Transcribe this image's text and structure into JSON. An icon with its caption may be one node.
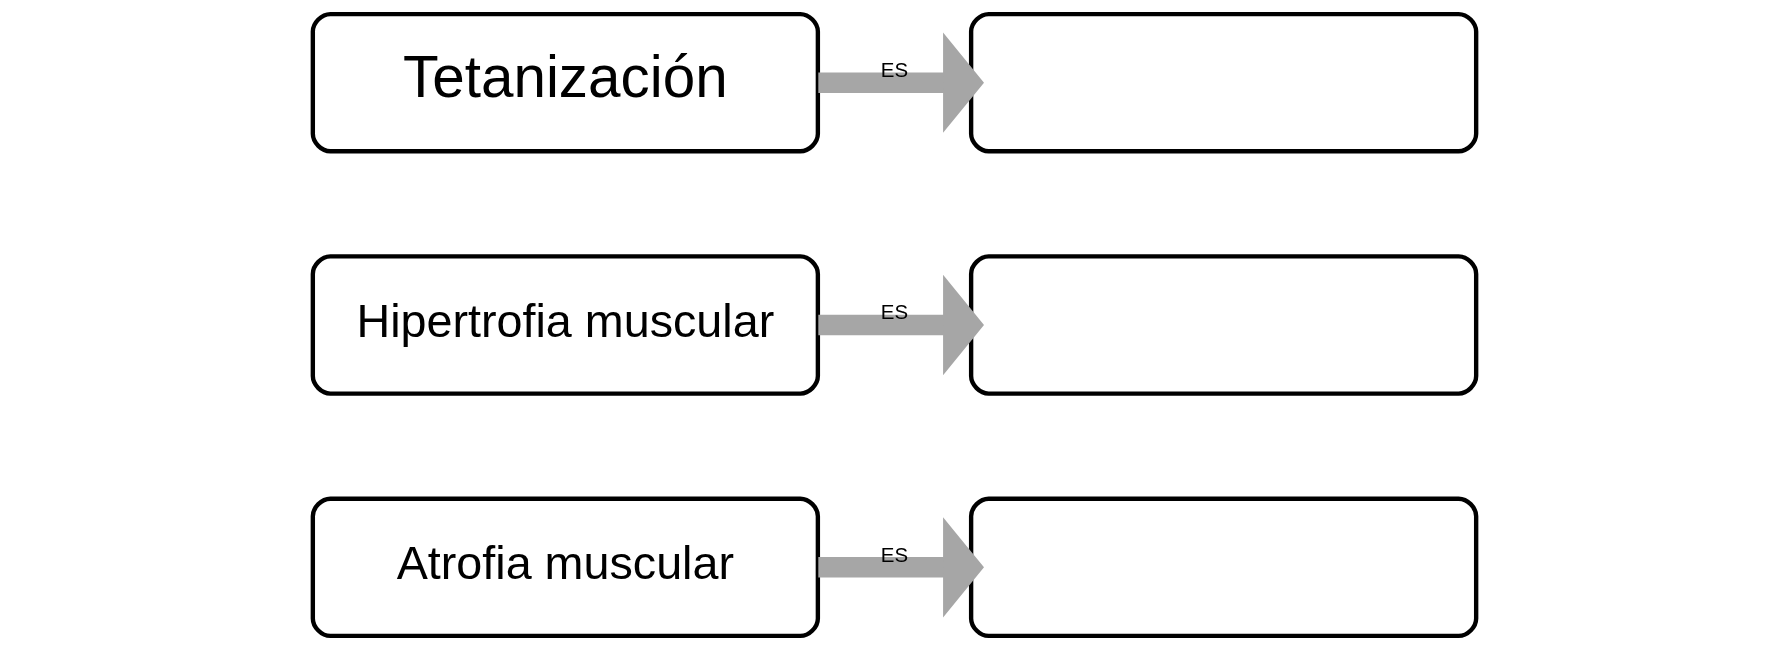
{
  "diagram": {
    "nodes": [
      {
        "text": [
          "Tetanización"
        ]
      },
      {
        "text": [],
        "shape": "box"
      },
      {
        "text": [
          "Hipertrofia muscular"
        ]
      },
      {
        "text": [],
        "shape": "box"
      },
      {
        "text": [
          "Atrofia muscular"
        ]
      },
      {
        "text": [],
        "shape": "box"
      }
    ],
    "edges": [
      {
        "from": 0,
        "to": 1,
        "arrow": "to",
        "label": "ES"
      },
      {
        "from": 2,
        "to": 3,
        "arrow": "to",
        "label": "ES"
      },
      {
        "from": 4,
        "to": 5,
        "arrow": "to",
        "label": "ES"
      }
    ]
  }
}
